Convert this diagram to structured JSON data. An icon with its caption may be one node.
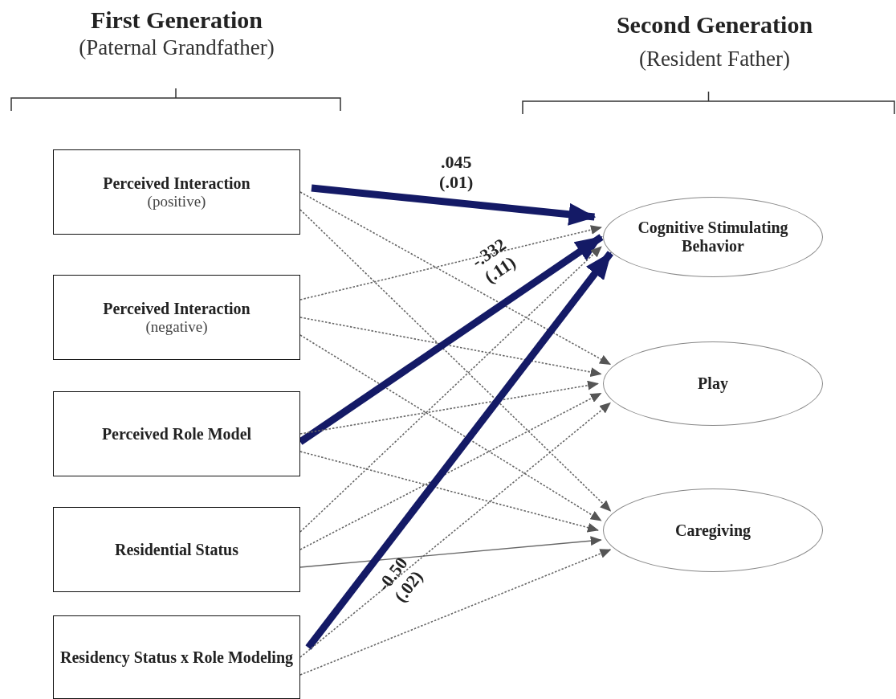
{
  "diagram": {
    "nodes": [
      {
        "text": [
          "Perceived Interaction",
          "(positive)"
        ]
      },
      {
        "text": [
          "Perceived Interaction",
          "(negative)"
        ]
      },
      {
        "text": [
          "Perceived Role Model"
        ]
      },
      {
        "text": [
          "Residential Status"
        ]
      },
      {
        "text": [
          "Residency Status x Role Modeling"
        ]
      },
      {
        "text": [
          "Cognitive Stimulating Behavior"
        ]
      },
      {
        "text": [
          "Play"
        ]
      },
      {
        "text": [
          "Caregiving"
        ]
      }
    ],
    "edges": [
      {
        "from": 0,
        "to": 5,
        "arrow": "to",
        "label": ".045 (.01)",
        "style": "thick",
        "color": "#141a66"
      },
      {
        "from": 0,
        "to": 6,
        "arrow": "to",
        "style": "dashed"
      },
      {
        "from": 0,
        "to": 7,
        "arrow": "to",
        "style": "dashed"
      },
      {
        "from": 1,
        "to": 5,
        "arrow": "to",
        "style": "dashed"
      },
      {
        "from": 1,
        "to": 6,
        "arrow": "to",
        "style": "dashed"
      },
      {
        "from": 1,
        "to": 7,
        "arrow": "to",
        "style": "dashed"
      },
      {
        "from": 2,
        "to": 5,
        "arrow": "to",
        "label": "-.332 (.11)",
        "style": "thick",
        "color": "#141a66"
      },
      {
        "from": 2,
        "to": 6,
        "arrow": "to",
        "style": "dashed"
      },
      {
        "from": 2,
        "to": 7,
        "arrow": "to",
        "style": "dashed"
      },
      {
        "from": 3,
        "to": 5,
        "arrow": "to",
        "style": "dashed"
      },
      {
        "from": 3,
        "to": 6,
        "arrow": "to",
        "style": "dashed"
      },
      {
        "from": 3,
        "to": 7,
        "arrow": "to"
      },
      {
        "from": 4,
        "to": 5,
        "arrow": "to",
        "label": "-0.50 (.02)",
        "style": "thick",
        "color": "#141a66"
      },
      {
        "from": 4,
        "to": 6,
        "arrow": "to",
        "style": "dashed"
      },
      {
        "from": 4,
        "to": 7,
        "arrow": "to",
        "style": "dashed"
      }
    ],
    "labels": [
      "First Generation",
      "(Paternal Grandfather)",
      "Second Generation",
      "(Resident Father)"
    ]
  }
}
